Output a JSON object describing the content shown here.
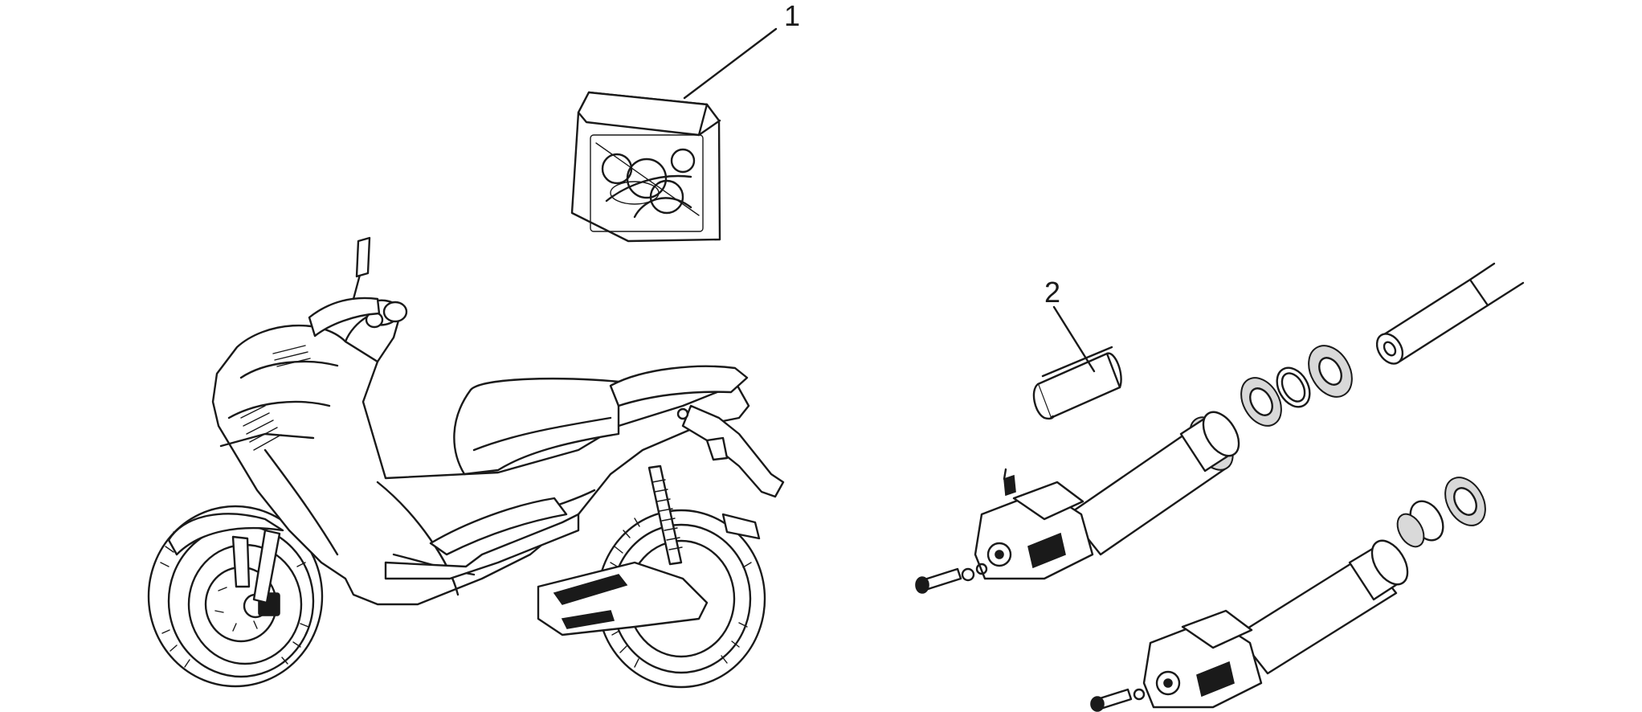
{
  "diagram": {
    "callouts": [
      {
        "id": "callout-1",
        "label": "1"
      },
      {
        "id": "callout-2",
        "label": "2"
      }
    ],
    "parts": [
      {
        "number": "1",
        "icon": "gasket-kit-bag-icon"
      },
      {
        "number": "2",
        "icon": "fork-tube-sleeve-icon"
      }
    ],
    "illustrations": [
      "scooter-icon",
      "front-fork-leg-right-icon",
      "front-fork-leg-left-icon"
    ]
  }
}
